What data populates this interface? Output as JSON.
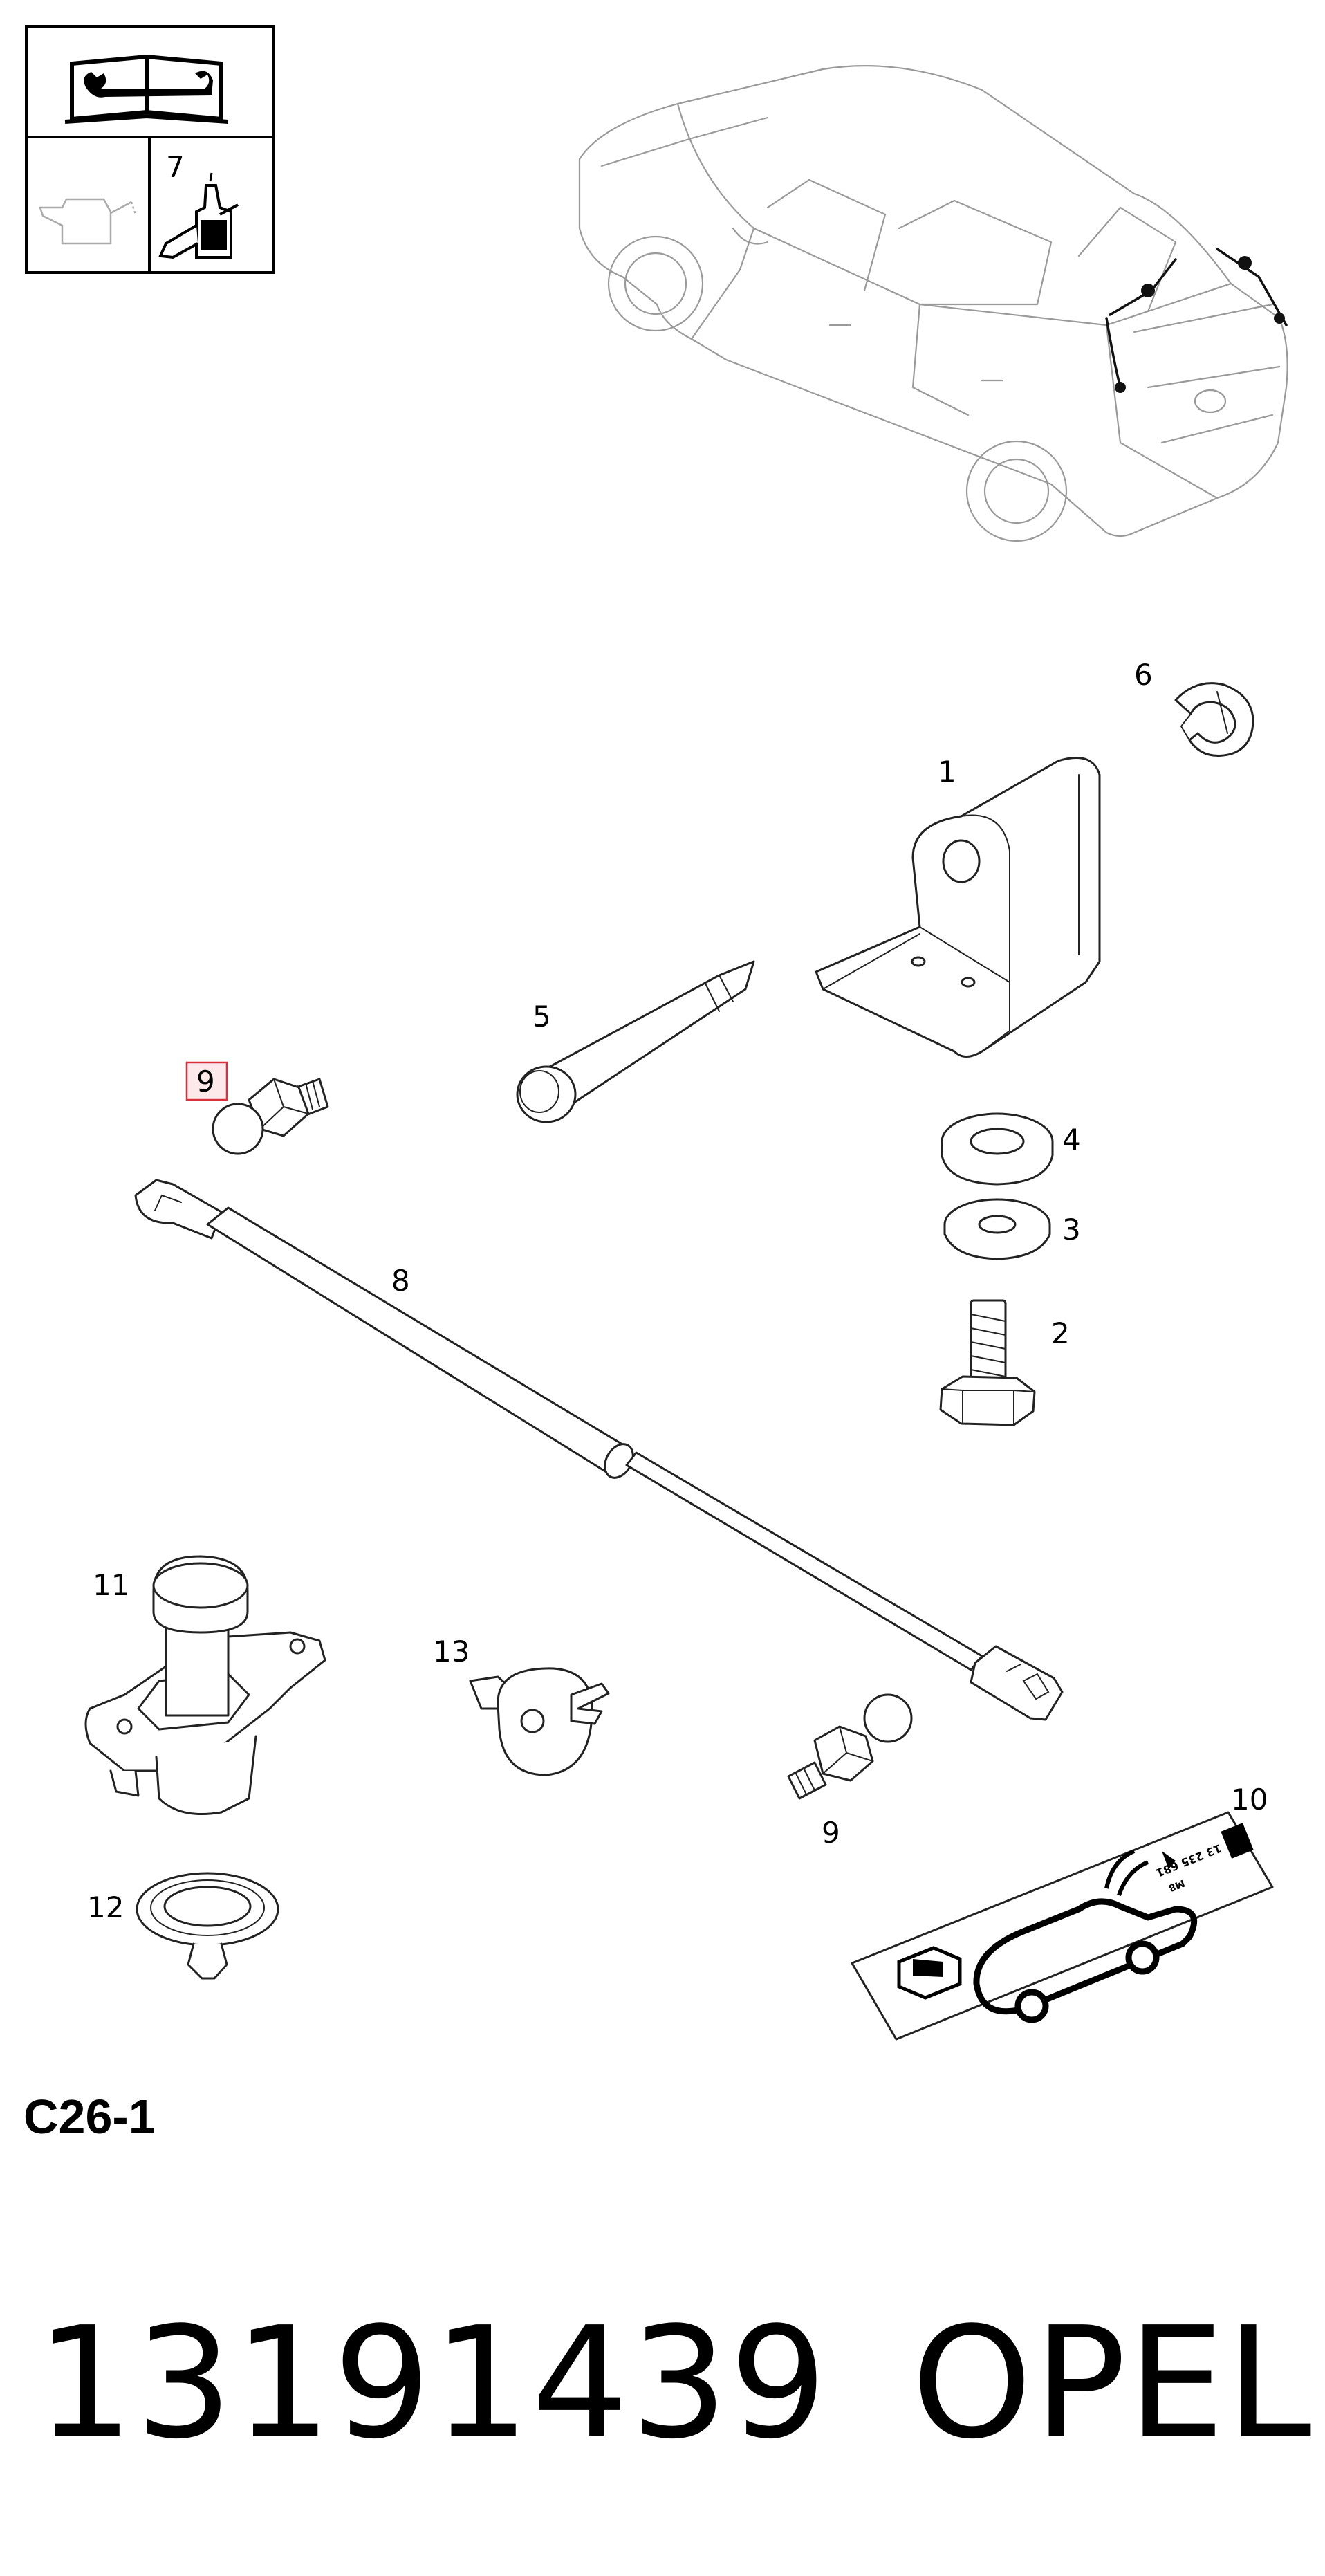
{
  "callouts": {
    "p1": "1",
    "p2": "2",
    "p3": "3",
    "p4": "4",
    "p5": "5",
    "p6": "6",
    "p7": "7",
    "p8": "8",
    "p9_highlighted": "9",
    "p9": "9",
    "p10": "10",
    "p11": "11",
    "p12": "12",
    "p13": "13"
  },
  "decal": {
    "code_text": "13 235 681",
    "small_marks": "M8"
  },
  "section_code": "C26-1",
  "footer": {
    "part_number": "13191439",
    "brand": "OPEL"
  },
  "icons": {
    "manual": "repair-manual-icon",
    "oil": "oil-can-icon",
    "adhesive": "adhesive-bottle-icon"
  },
  "colors": {
    "highlight_border": "#d9303e",
    "highlight_fill": "#fde8ea",
    "car_outline": "#9a9a9a"
  }
}
